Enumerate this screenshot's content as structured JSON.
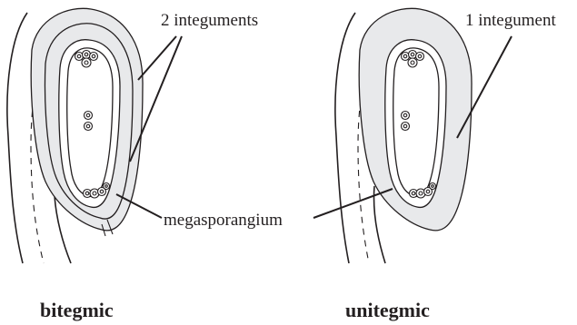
{
  "labels": {
    "bitegmic_integuments": "2 integuments",
    "unitegmic_integument": "1 integument",
    "megasporangium": "megasporangium"
  },
  "captions": {
    "left": "bitegmic",
    "right": "unitegmic"
  },
  "colors": {
    "integument_fill": "#e8e9eb",
    "line": "#231f20",
    "background": "#ffffff"
  }
}
